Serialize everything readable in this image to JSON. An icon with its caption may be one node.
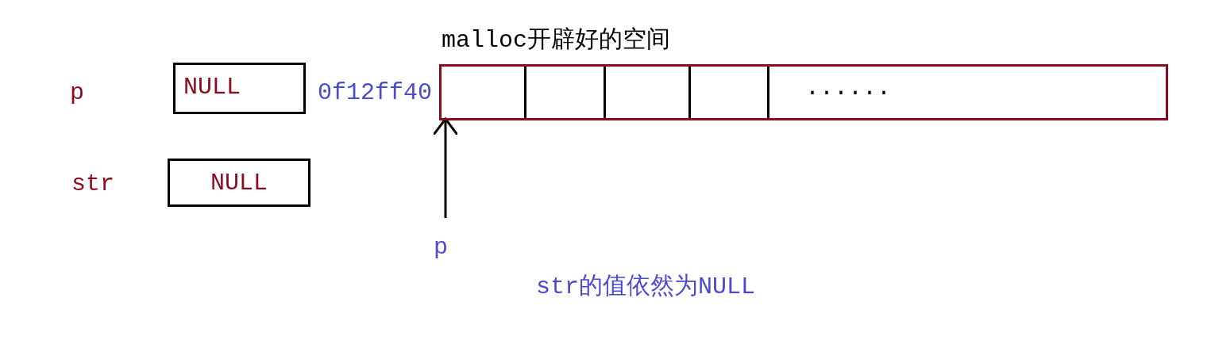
{
  "diagram": {
    "nodes": [
      {
        "text": [
          "NULL"
        ],
        "beside": [
          "p"
        ]
      },
      {
        "text": [
          "NULL"
        ],
        "beside": [
          "str"
        ]
      },
      {
        "text": [
          "malloc开辟好的空间"
        ]
      },
      {
        "text": [],
        "shape": "box",
        "in": 2
      },
      {
        "text": [],
        "shape": "box",
        "in": 2
      },
      {
        "text": [],
        "shape": "box",
        "in": 2
      },
      {
        "text": [],
        "shape": "box",
        "in": 2
      },
      {
        "text": [
          "......"
        ],
        "in": 2
      },
      {
        "text": [
          "p"
        ]
      }
    ],
    "edges": [
      {
        "from": 8,
        "to": 3,
        "arrow": "to"
      }
    ],
    "labels": [
      "0f12ff40",
      "str的值依然为NULL"
    ]
  }
}
